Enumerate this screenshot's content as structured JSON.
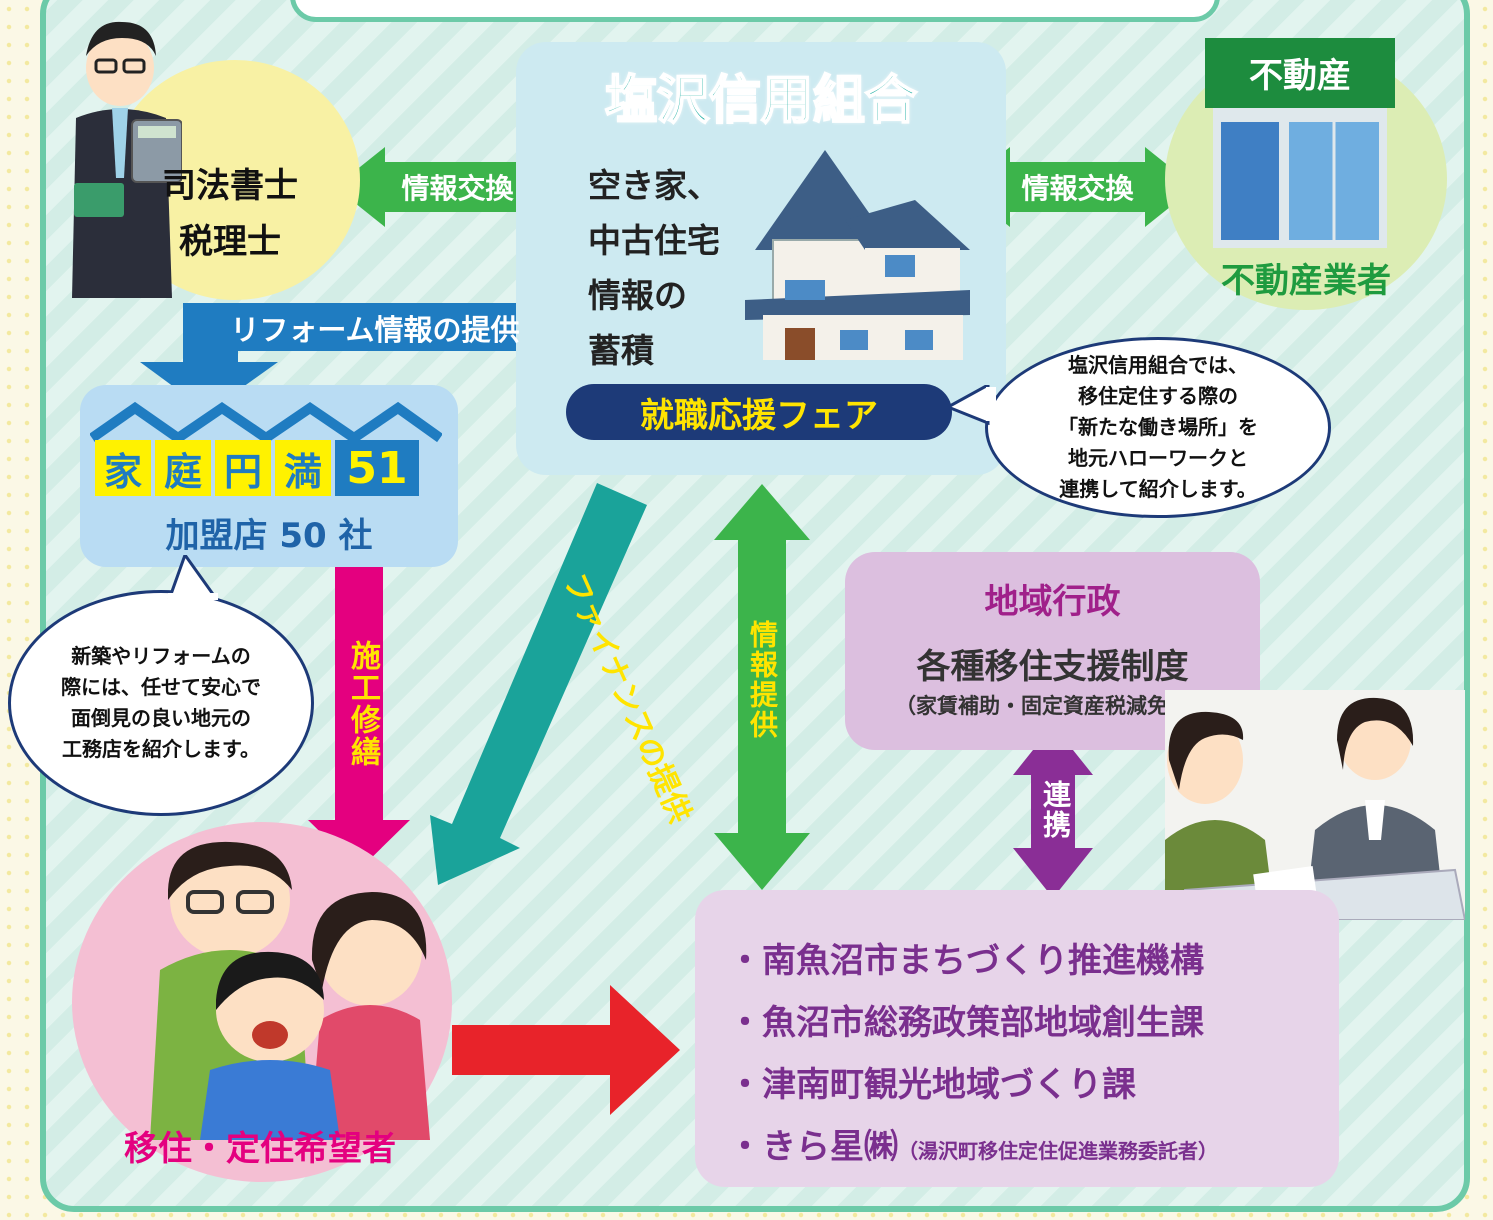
{
  "colors": {
    "green_arrow": "#3cb44b",
    "blue_arrow": "#1f7cc1",
    "magenta_arrow": "#e4007f",
    "teal_arrow": "#1aa39a",
    "purple_arrow": "#8a2e96",
    "red_arrow": "#e8232a",
    "navy": "#1d3a78",
    "title_teal": "#0aa79a"
  },
  "icons": [
    "professional-with-calculator-icon",
    "real-estate-shop-icon",
    "house-icon",
    "family-icon",
    "counter-consultation-icon"
  ],
  "professionals": {
    "line1": "司法書士",
    "line2": "税理士"
  },
  "real_estate": {
    "sign": "不動産",
    "label": "不動産業者"
  },
  "credit_union": {
    "title": "塩沢信用組合",
    "desc_lines": [
      "空き家、",
      "中古住宅",
      "情報の",
      "蓄積"
    ],
    "fair": "就職応援フェア"
  },
  "arrows": {
    "info_exchange_left": "情報交換",
    "info_exchange_right": "情報交換",
    "reform_info": "リフォーム情報の提供",
    "construction": "施工修繕",
    "finance": "ファイナンスの提供",
    "info_provide": "情報提供",
    "cooperation": "連携"
  },
  "bubble_right": {
    "lines": [
      "塩沢信用組合では、",
      "移住定住する際の",
      "「新たな働き場所」を",
      "地元ハローワークと",
      "連携して紹介します。"
    ]
  },
  "bubble_left": {
    "lines": [
      "新築やリフォームの",
      "際には、任せて安心で",
      "面倒見の良い地元の",
      "工務店を紹介します。"
    ]
  },
  "katei": {
    "chars": [
      "家",
      "庭",
      "円",
      "満"
    ],
    "num": "51",
    "members": "加盟店 50 社"
  },
  "admin": {
    "title": "地域行政",
    "subtitle": "各種移住支援制度",
    "note": "（家賃補助・固定資産税減免等）"
  },
  "family": {
    "label": "移住・定住希望者"
  },
  "orgs": [
    {
      "name": "南魚沼市まちづくり推進機構",
      "note": ""
    },
    {
      "name": "魚沼市総務政策部地域創生課",
      "note": ""
    },
    {
      "name": "津南町観光地域づくり課",
      "note": ""
    },
    {
      "name": "きら星㈱",
      "note": "（湯沢町移住定住促進業務委託者）"
    }
  ],
  "bullet": "・"
}
